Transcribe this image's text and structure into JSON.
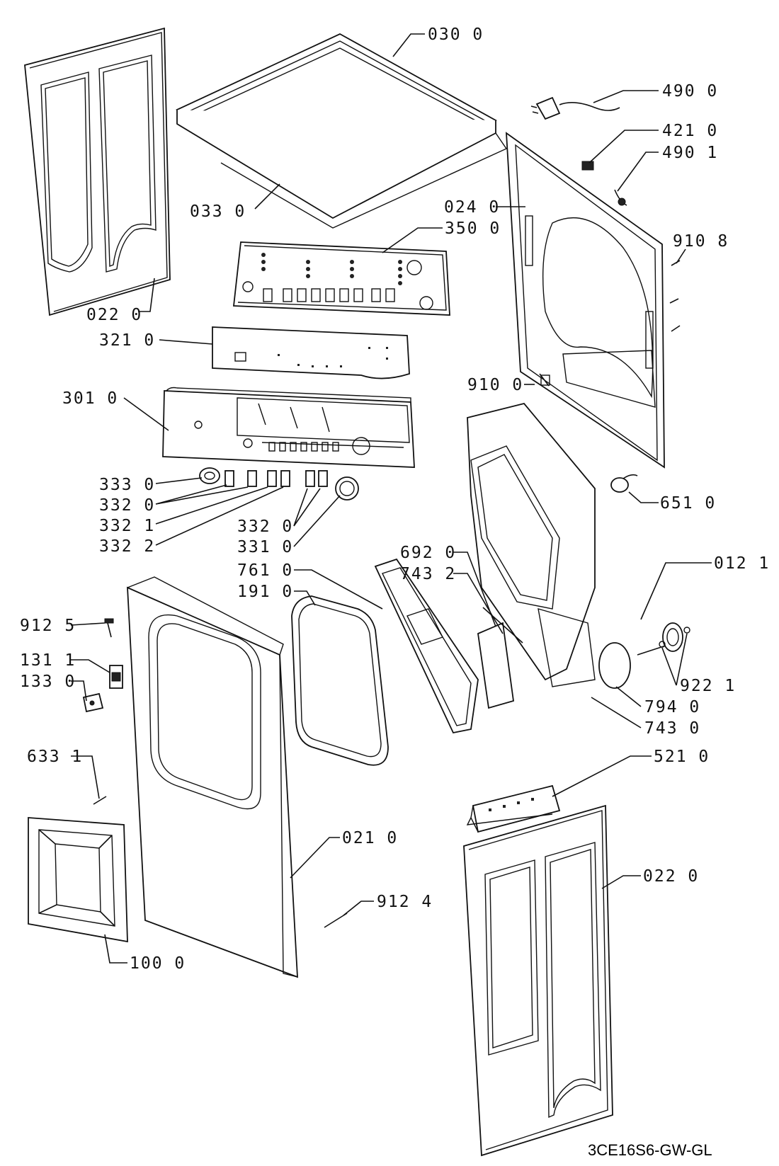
{
  "diagram_code": "3CE16S6-GW-GL",
  "labels": {
    "p0300": "030 0",
    "p4900": "490 0",
    "p4210": "421 0",
    "p4901": "490 1",
    "p0240": "024 0",
    "p0330": "033 0",
    "p3500": "350 0",
    "p9108": "910 8",
    "p0220a": "022 0",
    "p3210": "321 0",
    "p9100": "910 0",
    "p3010": "301 0",
    "p3330": "333 0",
    "p3320a": "332 0",
    "p3321": "332 1",
    "p3322": "332 2",
    "p3320b": "332 0",
    "p3310": "331 0",
    "p6510": "651 0",
    "p6920": "692 0",
    "p7432": "743 2",
    "p7610": "761 0",
    "p1910": "191 0",
    "p0121": "012 1",
    "p9125": "912 5",
    "p1311": "131 1",
    "p1330": "133 0",
    "p9221": "922 1",
    "p7940": "794 0",
    "p7430": "743 0",
    "p6331": "633 1",
    "p5210": "521 0",
    "p0210": "021 0",
    "p0220b": "022 0",
    "p9124": "912 4",
    "p1000": "100 0"
  }
}
